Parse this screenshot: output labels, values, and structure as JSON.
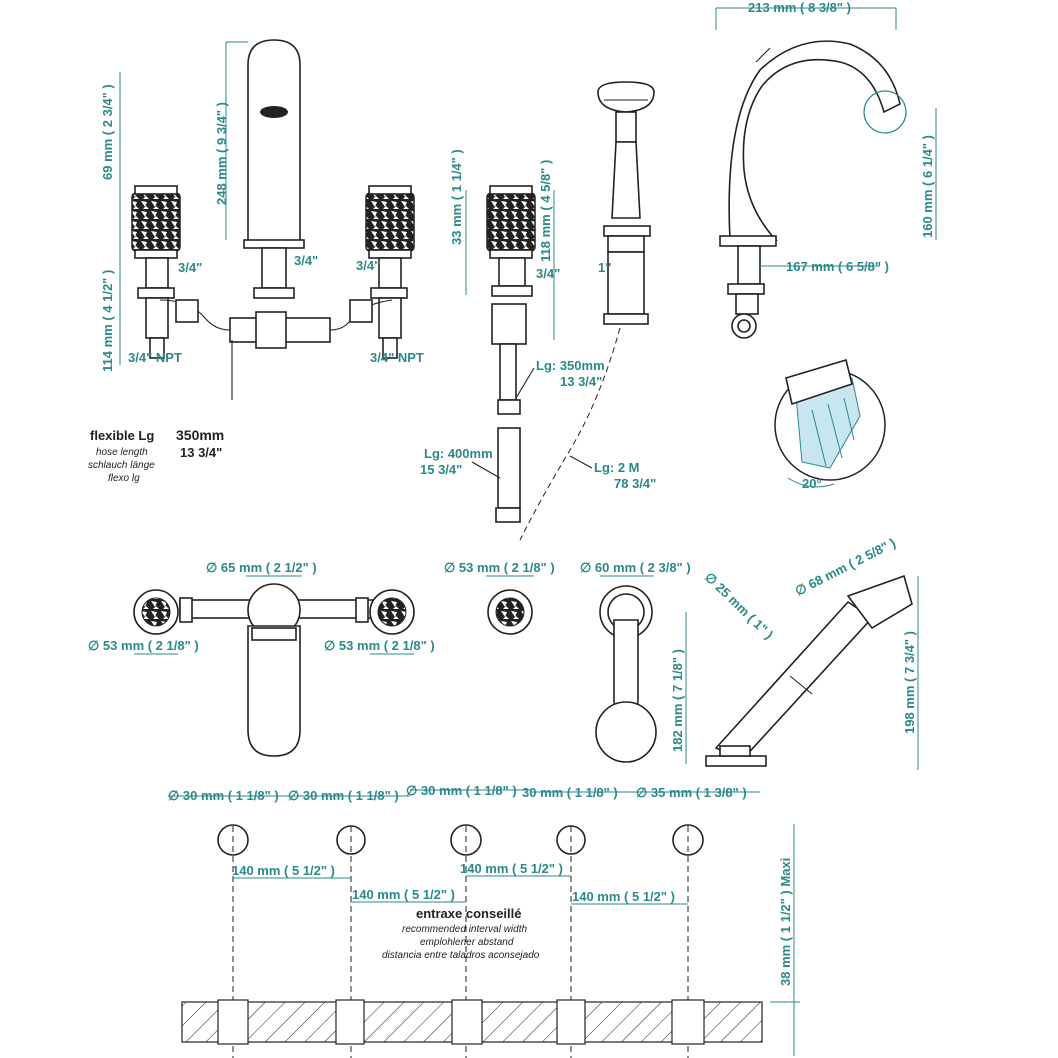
{
  "dims": {
    "top_width": "213 mm ( 8 3/8\" )",
    "spout_reach": "167 mm ( 6 5/8\" )",
    "spout_height": "160 mm ( 6 1/4\" )",
    "handle_height": "69 mm ( 2 3/4\" )",
    "shank_length": "114 mm ( 4 1/2\" )",
    "spout_body_height": "248 mm ( 9 3/4\" )",
    "div_handle_height": "33 mm ( 1 1/4\" )",
    "div_total_height": "118 mm ( 4 5/8\" )",
    "d65": "∅ 65 mm ( 2 1/2\" )",
    "d53_left": "∅ 53 mm ( 2 1/8\" )",
    "d53_right": "∅ 53 mm ( 2 1/8\" )",
    "d53_mid": "∅ 53 mm ( 2 1/8\" )",
    "d60": "∅ 60 mm ( 2 3/8\" )",
    "d25": "∅ 25 mm ( 1\" )",
    "d68": "∅ 68 mm ( 2 5/8\" )",
    "h182": "182 mm ( 7 1/8\" )",
    "h198": "198 mm ( 7 3/4\" )",
    "d30_1": "∅ 30 mm ( 1 1/8\" )",
    "d30_2": "∅ 30 mm ( 1 1/8\" )",
    "d30_3": "∅ 30 mm ( 1 1/8\" )",
    "d30_4": "30 mm ( 1 1/8\" )",
    "d35": "∅ 35 mm ( 1 3/8\" )",
    "sp140_a": "140 mm ( 5 1/2\" )",
    "sp140_b": "140 mm ( 5 1/2\" )",
    "sp140_c": "140 mm ( 5 1/2\" )",
    "sp140_d": "140 mm ( 5 1/2\" )",
    "maxi": "38 mm ( 1 1/2\" ) Maxi",
    "angle": "20°"
  },
  "labels": {
    "npt_left": "3/4\" NPT",
    "npt_right": "3/4\" NPT",
    "q1": "3/4\"",
    "q2": "3/4\"",
    "q3": "3/4\"",
    "q4": "3/4\"",
    "one": "1\"",
    "lg350_a": "Lg: 350mm",
    "lg350_b": "13 3/4\"",
    "lg400_a": "Lg: 400mm",
    "lg400_b": "15 3/4\"",
    "lg2m_a": "Lg: 2 M",
    "lg2m_b": "78 3/4\""
  },
  "hose": {
    "title": "flexible Lg",
    "value_mm": "350mm",
    "value_in": "13 3/4\"",
    "lines": [
      "hose length",
      "schlauch länge",
      "flexo lg"
    ]
  },
  "interval": {
    "title": "entraxe conseillé",
    "lines": [
      "recommended interval width",
      "emplohlener abstand",
      "distancia entre taladros aconsejado"
    ]
  },
  "colors": {
    "dimension": "#2a8a8a",
    "outline": "#222222",
    "highlight": "#c8e6f0"
  }
}
